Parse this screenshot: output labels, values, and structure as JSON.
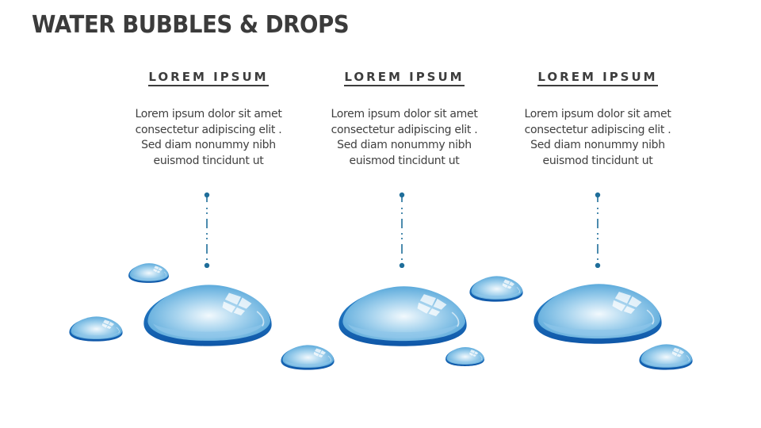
{
  "slide": {
    "title": "WATER BUBBLES & DROPS"
  },
  "columns": [
    {
      "heading": "LOREM IPSUM",
      "body_lines": [
        "Lorem ipsum dolor sit amet",
        "consectetur adipiscing elit .",
        "Sed diam nonummy nibh",
        "euismod tincidunt ut"
      ]
    },
    {
      "heading": "LOREM IPSUM",
      "body_lines": [
        "Lorem ipsum dolor sit amet",
        "consectetur adipiscing elit .",
        "Sed diam nonummy nibh",
        "euismod tincidunt ut"
      ]
    },
    {
      "heading": "LOREM IPSUM",
      "body_lines": [
        "Lorem ipsum dolor sit amet",
        "consectetur adipiscing elit .",
        "Sed diam nonummy nibh",
        "euismod tincidunt ut"
      ]
    }
  ],
  "colors": {
    "title": "#3b3b3b",
    "connector": "#1f6e9a",
    "drop_light": "#e9f5fc",
    "drop_mid": "#6cb4de",
    "drop_dark": "#1565b4"
  },
  "icons": {
    "drop": "water-drop-icon",
    "connector": "dash-dot-connector-icon"
  }
}
